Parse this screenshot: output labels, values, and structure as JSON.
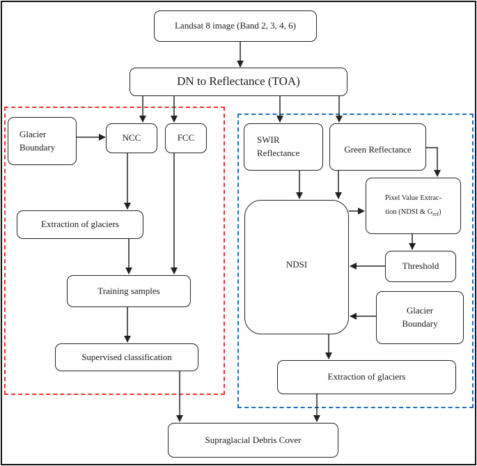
{
  "colors": {
    "line": "#222222",
    "left_region": "#e8332e",
    "right_region": "#1f6fb8"
  },
  "nodes": {
    "landsat": "Landsat 8 image (Band 2, 3, 4, 6)",
    "dn": "DN to Reflectance (TOA)",
    "glacier_boundary_left": "Glacier Boundary",
    "ncc": "NCC",
    "fcc": "FCC",
    "extraction_left": "Extraction of glaciers",
    "training": "Training samples",
    "supervised": "Supervised classification",
    "swir": "SWIR Reflectance",
    "green": "Green Reflectance",
    "pixel_line1": "Pixel Value Extrac-",
    "pixel_line2": "tion (NDSI & G",
    "pixel_sub": "ref",
    "pixel_close": ")",
    "ndsi": "NDSI",
    "threshold": "Threshold",
    "glacier_boundary_right": "Glacier Boundary",
    "extraction_right": "Extraction of glaciers",
    "debris": "Supraglacial Debris Cover"
  }
}
